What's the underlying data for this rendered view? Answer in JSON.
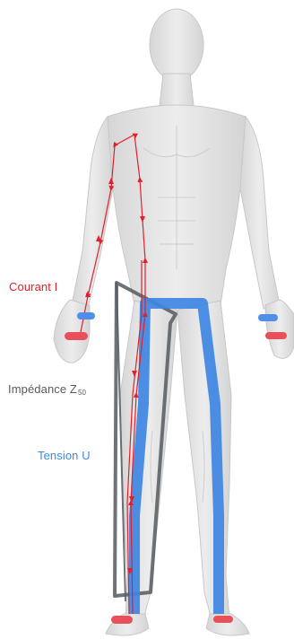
{
  "labels": {
    "current": "Courant I",
    "impedance": "Impédance Z",
    "impedance_subscript": "50",
    "voltage": "Tension U"
  },
  "colors": {
    "current": "#e0202a",
    "voltage": "#3f86e4",
    "impedance": "#555a60",
    "electrode_red": "#e8505c",
    "electrode_blue": "#4f8fe8",
    "body_fill": "#e4e4e4",
    "body_shadow": "#cfcfcf"
  },
  "icons": {
    "figure": "human-body-figure",
    "current_path": "current-path-arrows",
    "voltage_path": "voltage-path",
    "impedance_cylinder": "impedance-cylinder"
  }
}
